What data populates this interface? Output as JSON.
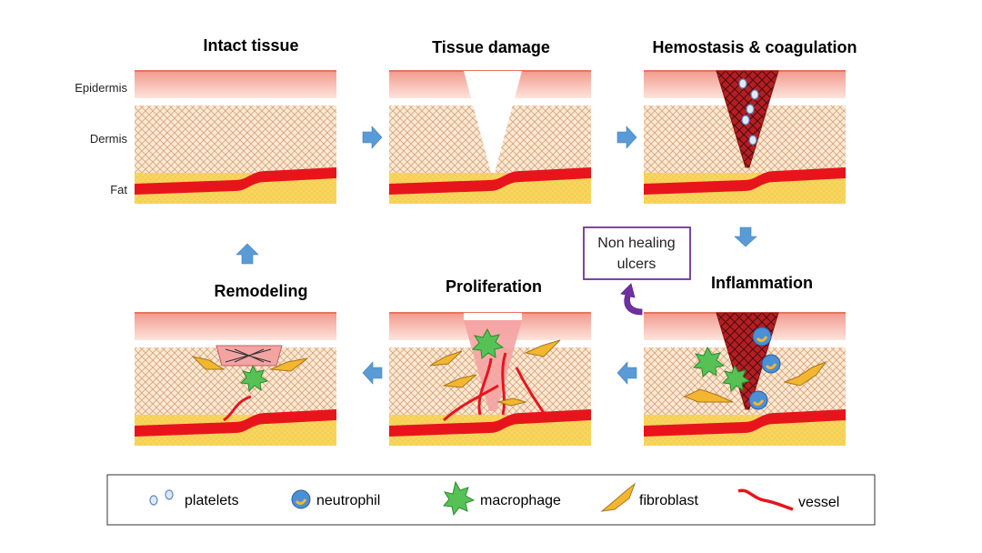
{
  "stages": {
    "intact": "Intact tissue",
    "damage": "Tissue damage",
    "hemostasis": "Hemostasis & coagulation",
    "inflammation": "Inflammation",
    "proliferation": "Proliferation",
    "remodeling": "Remodeling"
  },
  "layers": {
    "epidermis": "Epidermis",
    "dermis": "Dermis",
    "fat": "Fat"
  },
  "callout": {
    "line1": "Non healing",
    "line2": "ulcers"
  },
  "legend": {
    "platelets": "platelets",
    "neutrophil": "neutrophil",
    "macrophage": "macrophage",
    "fibroblast": "fibroblast",
    "vessel": "vessel"
  },
  "colors": {
    "epidermis": "#f5a59a",
    "dermis_bg": "#fde7cf",
    "dermis_mesh": "#d9a77f",
    "fat": "#f7d55c",
    "vessel": "#e8141c",
    "clot": "#b01c1c",
    "arrow": "#5b9bd5",
    "callout_border": "#7030a0",
    "callout_arrow": "#7030a0",
    "macrophage": "#56c256",
    "neutrophil": "#4b8fd6",
    "fibroblast": "#f3b630"
  }
}
